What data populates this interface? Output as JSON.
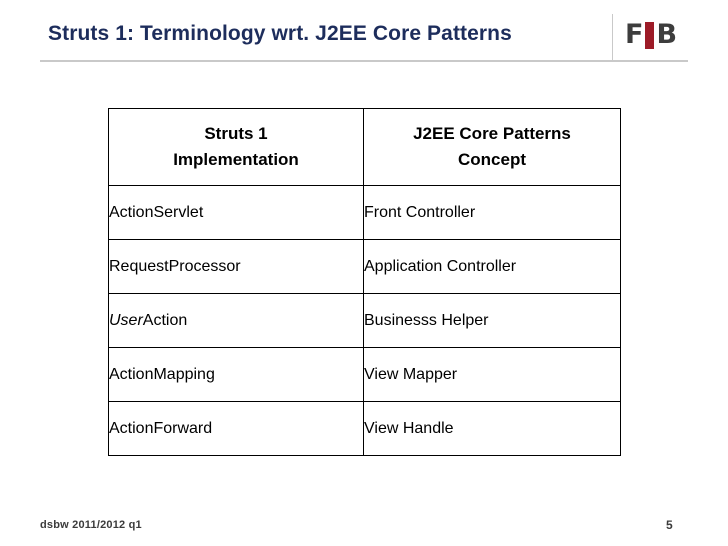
{
  "slide": {
    "title": "Struts 1: Terminology wrt. J2EE Core Patterns",
    "logo": {
      "letter1": "F",
      "letter2": "B",
      "bar_color": "#9d1b27",
      "letter_color": "#3d3d3d"
    },
    "footer": {
      "left": "dsbw  2011/2012 q1",
      "page": "5"
    },
    "accent_color": "#1d2d5c"
  },
  "table": {
    "headers": [
      {
        "line1": "Struts 1",
        "line2": "Implementation"
      },
      {
        "line1": "J2EE Core Patterns",
        "line2": "Concept"
      }
    ],
    "rows": [
      {
        "left": "ActionServlet",
        "left_italic_prefix": "",
        "right": "Front Controller"
      },
      {
        "left": "RequestProcessor",
        "left_italic_prefix": "",
        "right": "Application Controller"
      },
      {
        "left": "Action",
        "left_italic_prefix": "User",
        "right": "Businesss Helper"
      },
      {
        "left": "ActionMapping",
        "left_italic_prefix": "",
        "right": "View Mapper"
      },
      {
        "left": "ActionForward",
        "left_italic_prefix": "",
        "right": "View Handle"
      }
    ]
  }
}
